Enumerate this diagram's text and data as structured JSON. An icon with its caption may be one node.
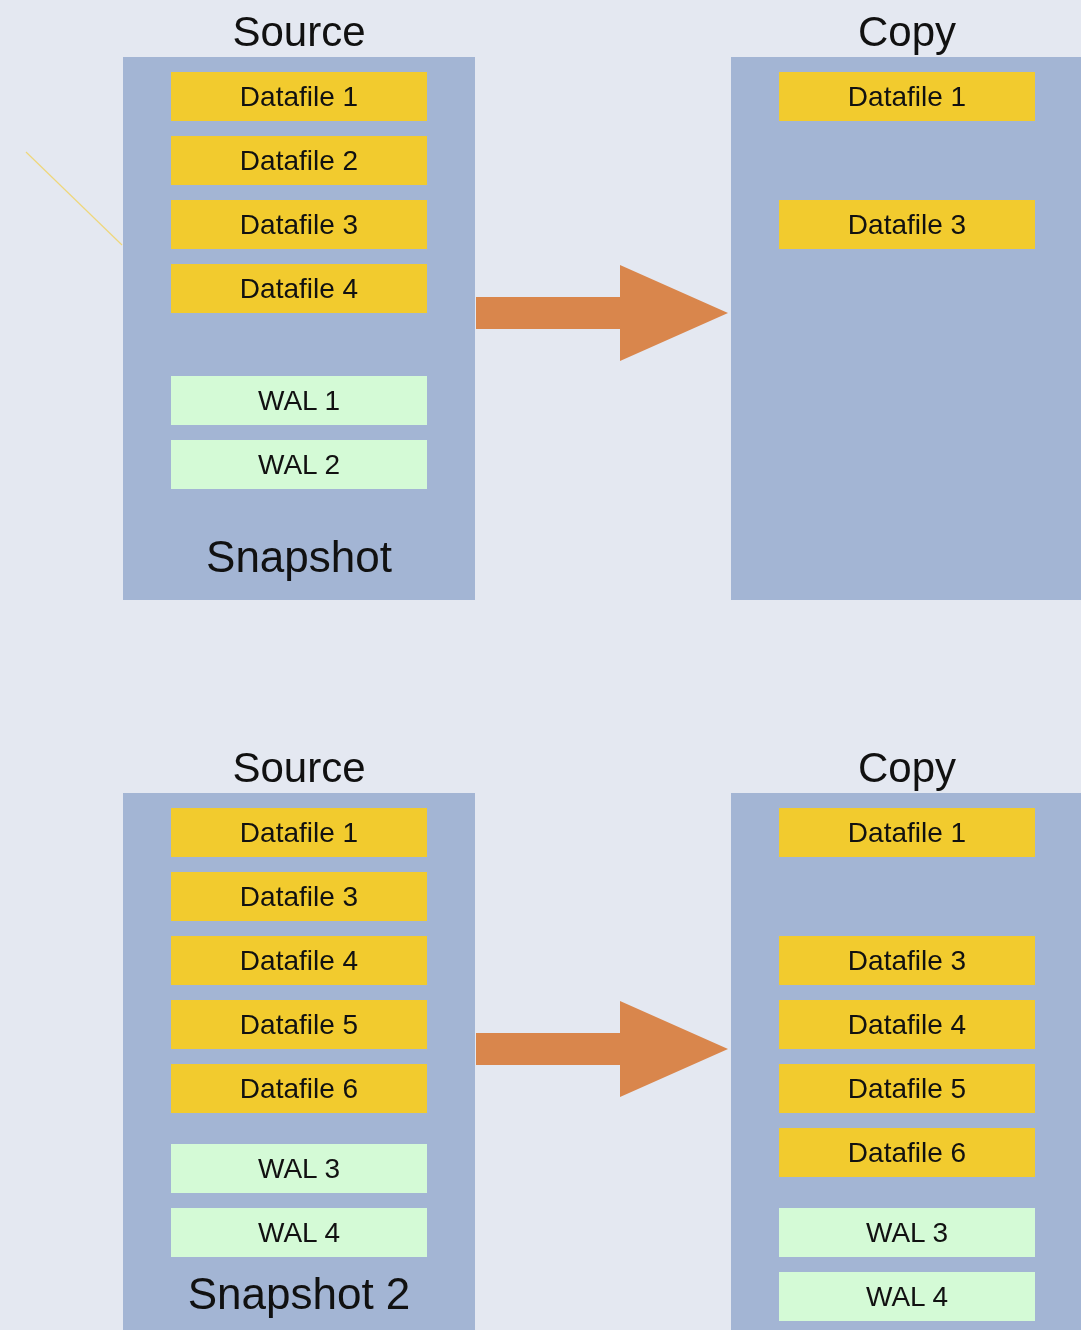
{
  "diagram": {
    "nodes": [
      {
        "text": [
          "Source",
          "Snapshot"
        ]
      },
      {
        "text": [
          "Datafile 1"
        ],
        "in": 0
      },
      {
        "text": [
          "Datafile 2"
        ],
        "in": 0
      },
      {
        "text": [
          "Datafile 3"
        ],
        "in": 0
      },
      {
        "text": [
          "Datafile 4"
        ],
        "in": 0
      },
      {
        "text": [
          "WAL 1"
        ],
        "in": 0
      },
      {
        "text": [
          "WAL 2"
        ],
        "in": 0
      },
      {
        "text": [
          "Copy"
        ]
      },
      {
        "text": [
          "Datafile 1"
        ],
        "in": 7
      },
      {
        "text": [
          "Datafile 3"
        ],
        "in": 7
      },
      {
        "text": [
          "Source",
          "Snapshot 2"
        ]
      },
      {
        "text": [
          "Datafile 1"
        ],
        "in": 10
      },
      {
        "text": [
          "Datafile 3"
        ],
        "in": 10
      },
      {
        "text": [
          "Datafile 4"
        ],
        "in": 10
      },
      {
        "text": [
          "Datafile 5"
        ],
        "in": 10
      },
      {
        "text": [
          "Datafile 6"
        ],
        "in": 10
      },
      {
        "text": [
          "WAL 3"
        ],
        "in": 10
      },
      {
        "text": [
          "WAL 4"
        ],
        "in": 10
      },
      {
        "text": [
          "Copy"
        ]
      },
      {
        "text": [
          "Datafile 1"
        ],
        "in": 18
      },
      {
        "text": [
          "Datafile 3"
        ],
        "in": 18
      },
      {
        "text": [
          "Datafile 4"
        ],
        "in": 18
      },
      {
        "text": [
          "Datafile 5"
        ],
        "in": 18
      },
      {
        "text": [
          "Datafile 6"
        ],
        "in": 18
      },
      {
        "text": [
          "WAL 3"
        ],
        "in": 18
      },
      {
        "text": [
          "WAL 4"
        ],
        "in": 18
      }
    ],
    "edges": [
      {
        "from": 0,
        "to": 7,
        "arrow": "to"
      },
      {
        "from": 10,
        "to": 18,
        "arrow": "to"
      }
    ]
  }
}
